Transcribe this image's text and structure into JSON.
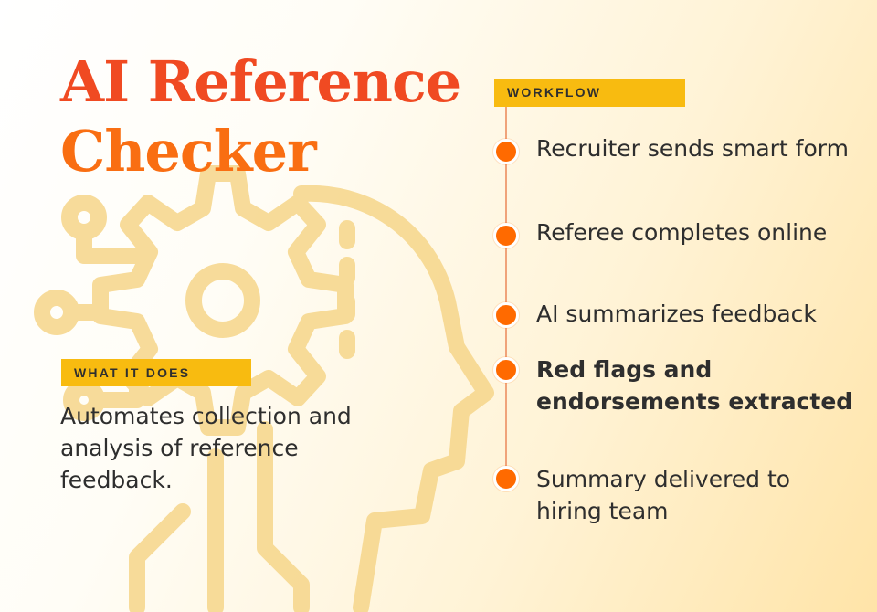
{
  "title": {
    "line1": "AI Reference",
    "line2": "Checker"
  },
  "what": {
    "tag": "WHAT IT DOES",
    "text": "Automates collection and analysis of reference feedback."
  },
  "workflow": {
    "tag": "WORKFLOW",
    "steps": [
      {
        "text": "Recruiter sends smart form"
      },
      {
        "text": "Referee completes online"
      },
      {
        "text": "AI summarizes feedback"
      },
      {
        "text": "Red flags and endorsements extracted"
      },
      {
        "text": "Summary delivered to hiring team"
      }
    ]
  },
  "colors": {
    "title_primary": "#f04a22",
    "title_secondary": "#f96e12",
    "tag_bg": "#f8bb10",
    "dot": "#ff6a00",
    "watermark": "#f6d68a"
  },
  "icons": {
    "background": "ai-head-gear-circuit-icon"
  }
}
